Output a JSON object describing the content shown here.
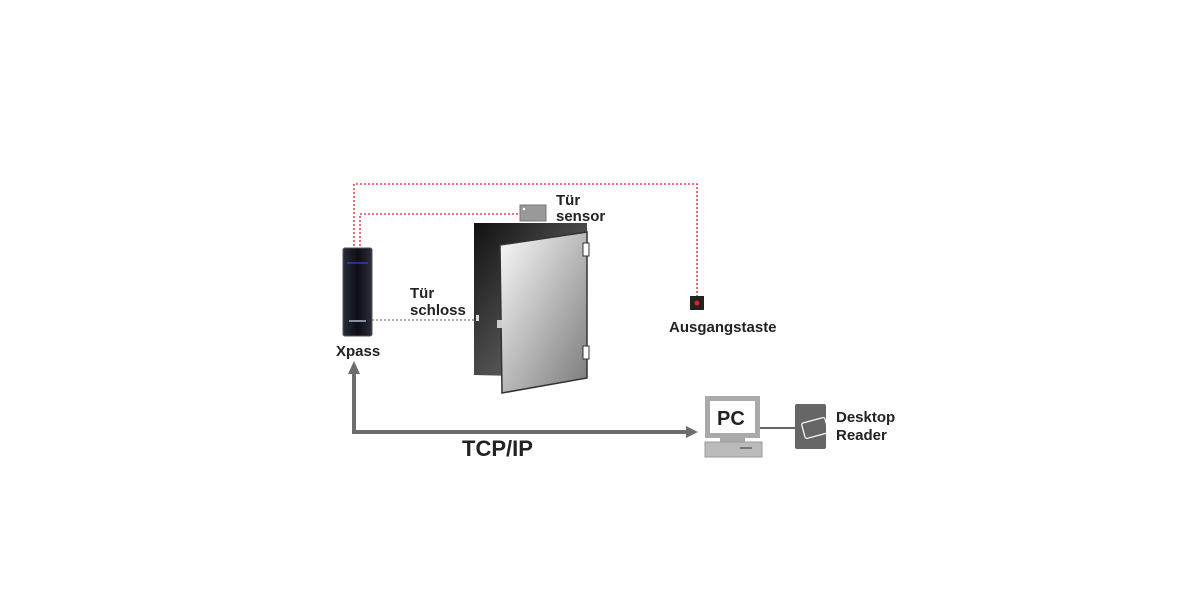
{
  "labels": {
    "door_sensor_line1": "Tür",
    "door_sensor_line2": "sensor",
    "door_lock_line1": "Tür",
    "door_lock_line2": "schloss",
    "device": "Xpass",
    "exit_button": "Ausgangstaste",
    "network": "TCP/IP",
    "pc": "PC",
    "reader_line1": "Desktop",
    "reader_line2": "Reader"
  },
  "colors": {
    "wire_red": "#e0202a",
    "wire_gray": "#777777",
    "arrow": "#6d6d6d",
    "device_accent": "#3a4cff"
  }
}
